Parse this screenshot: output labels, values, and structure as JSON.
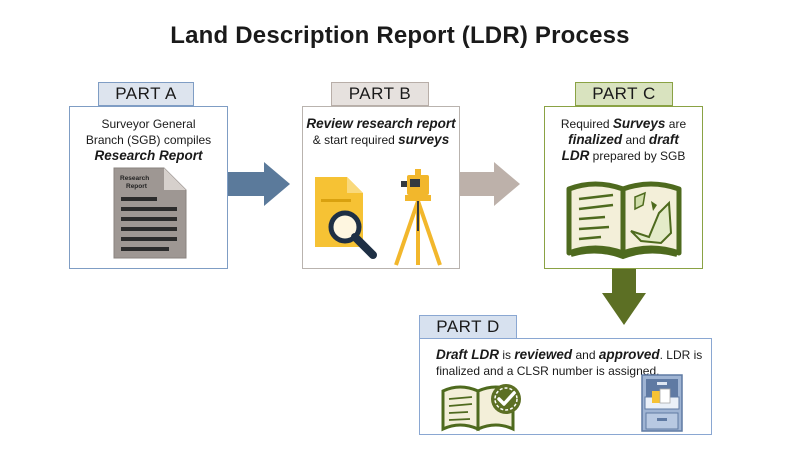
{
  "title": "Land Description Report (LDR) Process",
  "colors": {
    "part_a": "#7f9dc4",
    "part_b": "#c9c2bd",
    "part_c": "#8aa244",
    "part_d": "#8aa7d2",
    "arrow_blue": "#5b7a9b",
    "arrow_taupe": "#bdb1aa",
    "arrow_green": "#5c6f24"
  },
  "part_a": {
    "tab": "PART A",
    "line1": "Surveyor General",
    "line2": "Branch (SGB) compiles",
    "emphasis": "Research Report",
    "icon": "research-report-document-icon",
    "doc_label_1": "Research",
    "doc_label_2": "Report"
  },
  "part_b": {
    "tab": "PART B",
    "emphasis1": "Review research report",
    "text": "& start required ",
    "emphasis2": "surveys",
    "icons": [
      "magnifier-document-icon",
      "tripod-survey-instrument-icon"
    ]
  },
  "part_c": {
    "tab": "PART C",
    "t1": "Required ",
    "e1": "Surveys",
    "t2": " are",
    "e2": "finalized",
    "t3": " and ",
    "e3": "draft",
    "e4": "LDR",
    "t4": " prepared by SGB",
    "icon": "open-map-book-icon"
  },
  "part_d": {
    "tab": "PART D",
    "e1": "Draft LDR",
    "t1": " is ",
    "e2": "reviewed",
    "t2": " and ",
    "e3": "approved",
    "t3": ". LDR is",
    "line2": "finalized and a CLSR number is assigned.",
    "icons": [
      "approved-book-checkmark-icon",
      "filing-cabinet-icon"
    ]
  }
}
